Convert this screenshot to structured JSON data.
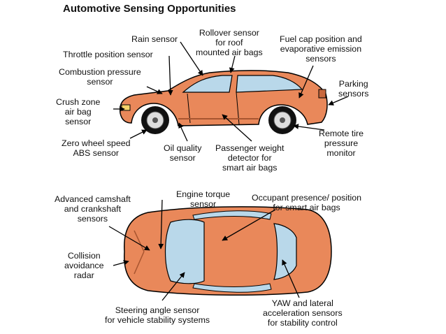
{
  "title": "Automotive Sensing Opportunities",
  "colors": {
    "body": "#e9885a",
    "body_dark": "#c9683d",
    "glass": "#b9d8ea",
    "outline": "#000000"
  },
  "side_view_labels": {
    "rain": "Rain sensor",
    "rollover": "Rollover sensor\nfor roof\nmounted air bags",
    "fuel_cap": "Fuel cap position and\nevaporative emission\nsensors",
    "throttle": "Throttle position sensor",
    "combustion": "Combustion pressure\nsensor",
    "parking": "Parking\nsensors",
    "crush_zone": "Crush zone\nair bag\nsensor",
    "remote_tire": "Remote tire\npressure\nmonitor",
    "zero_wheel": "Zero wheel speed\nABS sensor",
    "oil_quality": "Oil quality\nsensor",
    "passenger_weight": "Passenger weight\ndetector for\nsmart air bags"
  },
  "top_view_labels": {
    "camshaft": "Advanced camshaft\nand crankshaft\nsensors",
    "engine_torque": "Engine torque\nsensor",
    "occupant": "Occupant presence/ position\nfor smart air bags",
    "collision": "Collision\navoidance\nradar",
    "steering": "Steering angle sensor\nfor vehicle stability systems",
    "yaw": "YAW and lateral\nacceleration sensors\nfor stability control"
  }
}
